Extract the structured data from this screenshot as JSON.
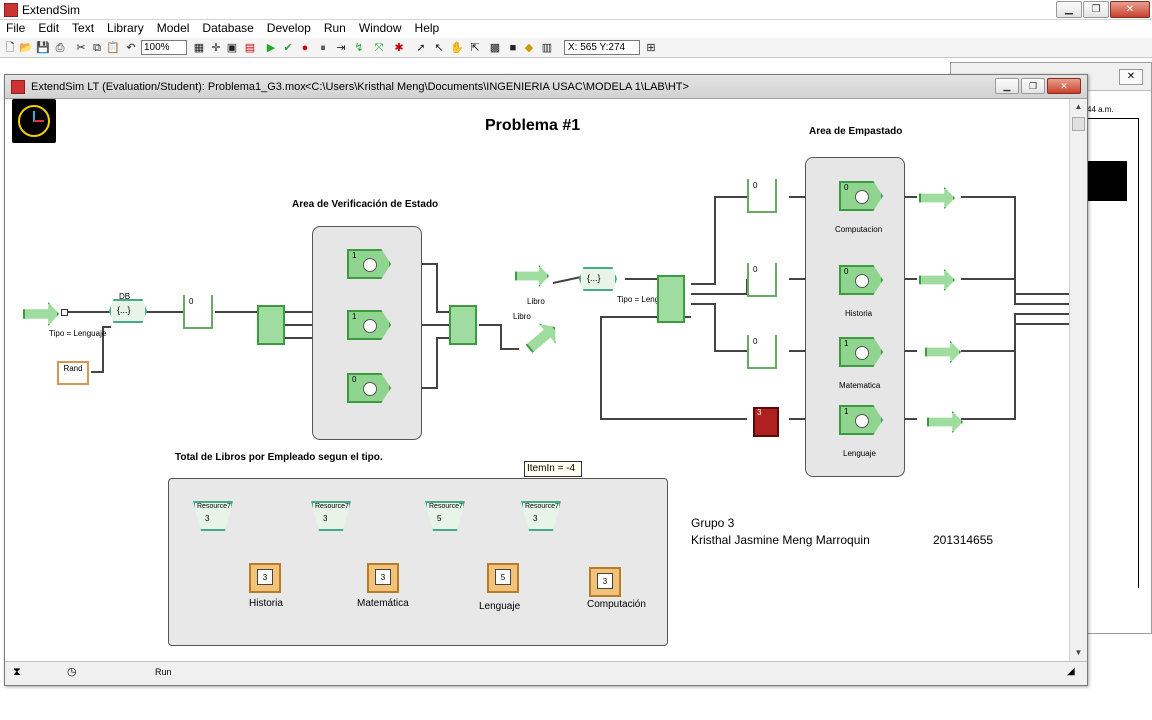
{
  "app": {
    "title": "ExtendSim"
  },
  "menu": [
    "File",
    "Edit",
    "Text",
    "Library",
    "Model",
    "Database",
    "Develop",
    "Run",
    "Window",
    "Help"
  ],
  "toolbar": {
    "zoom": "100%",
    "coords": "X: 565 Y:274"
  },
  "bg_window": {
    "time_text": "44 a.m.",
    "close_label": "✕"
  },
  "document": {
    "title": "ExtendSim LT (Evaluation/Student): Problema1_G3.mox",
    "path": "<C:\\Users\\Kristhal Meng\\Documents\\INGENIERIA USAC\\MODELA 1\\LAB\\HT>"
  },
  "model": {
    "heading": "Problema #1",
    "area_verificacion": "Area de Verificación de Estado",
    "area_empastado": "Area de Empastado",
    "total_libros": "Total de Libros por Empleado segun el tipo.",
    "set_tipo_left": "Tipo = Lenguaje",
    "set_tipo_mid": "Tipo = Lenguaje",
    "rand_label": "Rand",
    "db_label": "DB",
    "set_symbol": "{...}",
    "libro1": "Libro",
    "libro2": "Libro",
    "item_in": "ItemIn = -4",
    "activity_values": [
      "1",
      "1",
      "0"
    ],
    "queue_values": [
      "0",
      "0",
      "0",
      "0",
      "3"
    ],
    "emp_activity_values": [
      "0",
      "0",
      "1",
      "1"
    ],
    "emp_labels": [
      "Computacion",
      "Historia",
      "Matematica",
      "Lenguaje"
    ],
    "resources": [
      {
        "title": "Resource7",
        "value": "3",
        "display": "3",
        "label": "Historia"
      },
      {
        "title": "Resource7",
        "value": "3",
        "display": "3",
        "label": "Matemática"
      },
      {
        "title": "Resource7",
        "value": "5",
        "display": "5",
        "label": "Lenguaje"
      },
      {
        "title": "Resource7",
        "value": "3",
        "display": "3",
        "label": "Computación"
      }
    ],
    "group": "Grupo 3",
    "student_name": "Kristhal Jasmine Meng Marroquin",
    "student_id": "201314655"
  },
  "status": {
    "run_label": "Run"
  },
  "colors": {
    "block_green": "#8fd48f",
    "block_border": "#3e9a3e",
    "area_gray": "#e6e6e6",
    "display_orange": "#f2c279"
  }
}
